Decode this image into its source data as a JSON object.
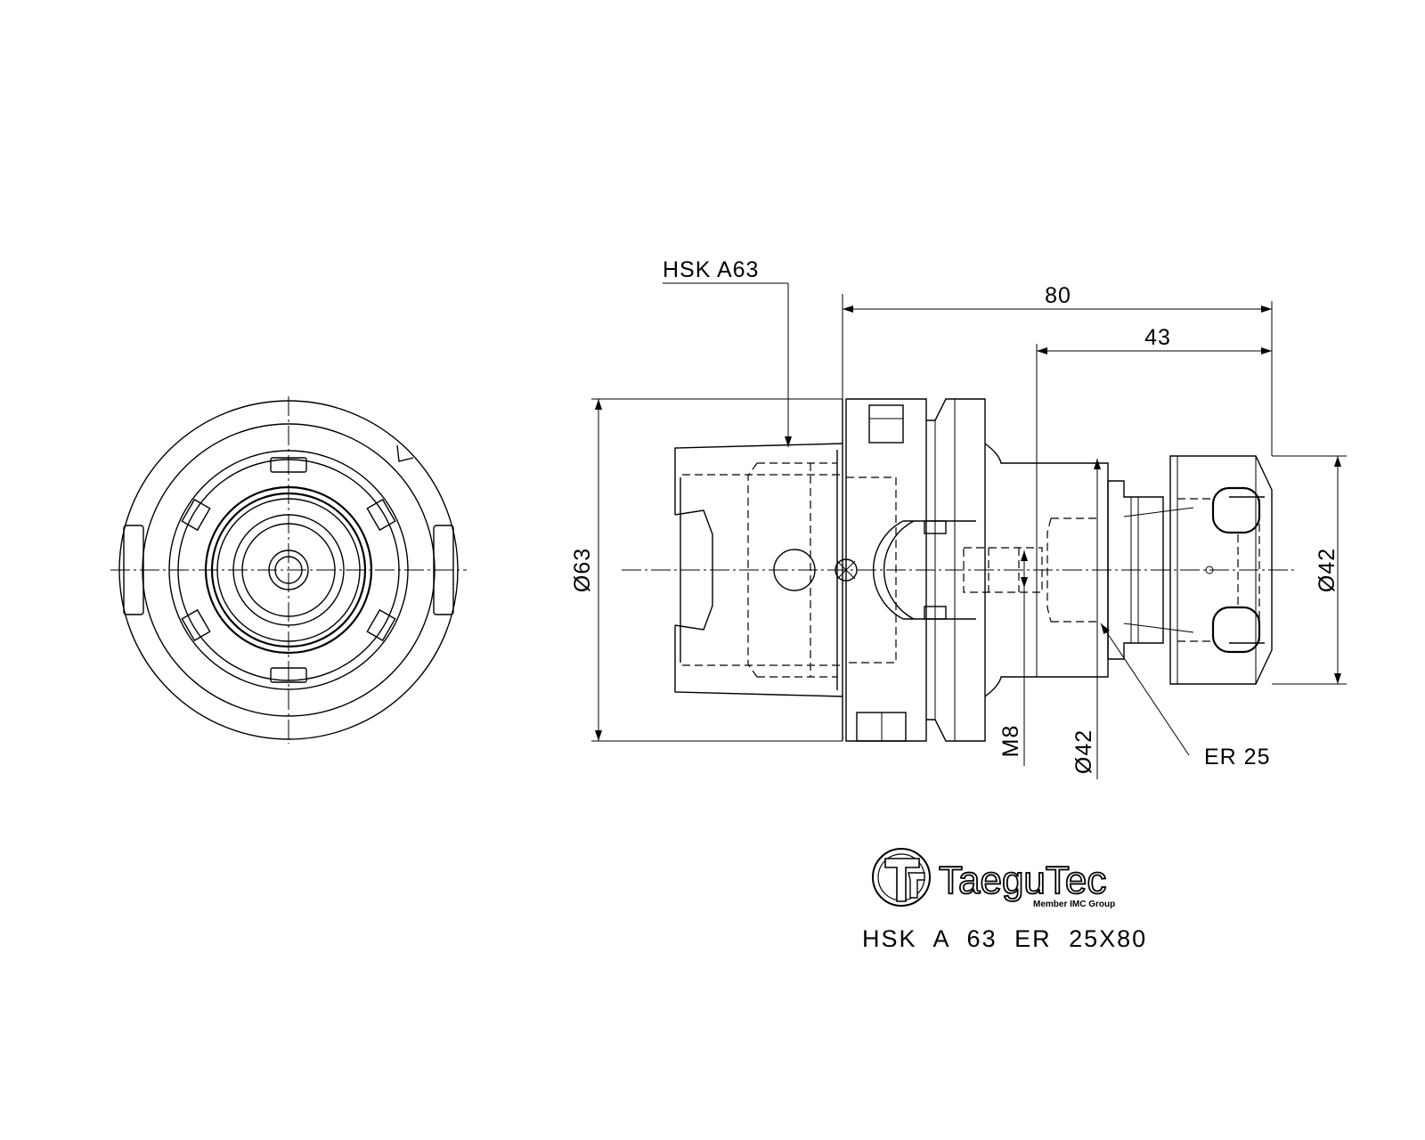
{
  "labels": {
    "interface": "HSK  A63",
    "total_length": "80",
    "nut_length": "43",
    "flange_diameter": "Ø63",
    "nut_diameter": "Ø42",
    "thread": "M8",
    "body_diameter": "Ø42",
    "collet": "ER  25"
  },
  "brand": {
    "name": "TaeguTec",
    "tagline": "Member IMC Group"
  },
  "caption": "HSK  A  63  ER  25X80"
}
